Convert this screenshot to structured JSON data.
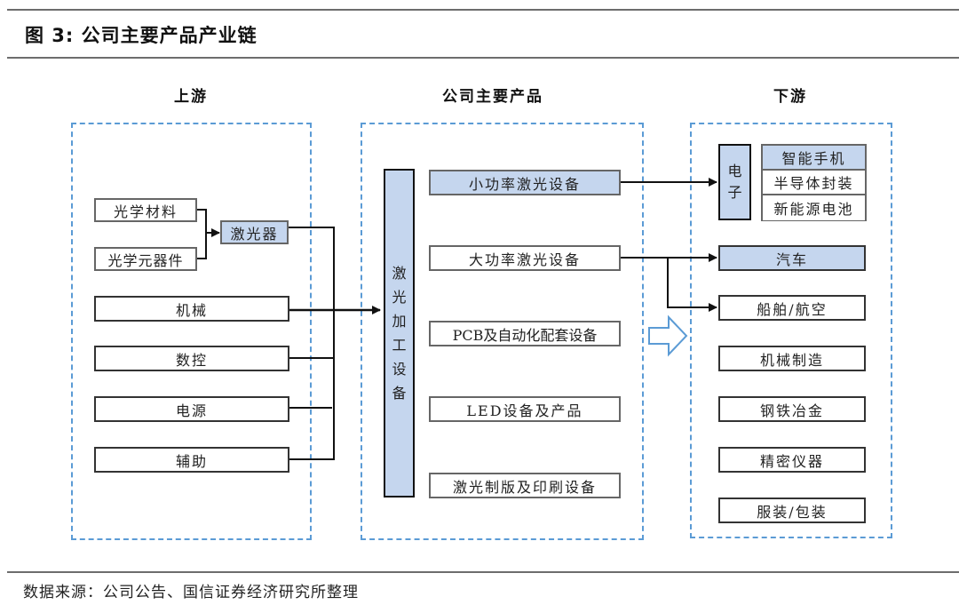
{
  "figure": {
    "title": "图 3:  公司主要产品产业链",
    "source": "数据来源：公司公告、国信证券经济研究所整理"
  },
  "headings": {
    "upstream": "上游",
    "products": "公司主要产品",
    "downstream": "下游"
  },
  "upstream": {
    "optical_materials": "光学材料",
    "optical_components": "光学元器件",
    "laser": "激光器",
    "items": [
      "机械",
      "数控",
      "电源",
      "辅助"
    ]
  },
  "products": {
    "core": [
      "激",
      "光",
      "加",
      "工",
      "设",
      "备"
    ],
    "items": [
      "小功率激光设备",
      "大功率激光设备",
      "PCB及自动化配套设备",
      "LED设备及产品",
      "激光制版及印刷设备"
    ]
  },
  "downstream": {
    "electronics": [
      "电",
      "子"
    ],
    "electronics_sub": [
      "智能手机",
      "半导体封装",
      "新能源电池"
    ],
    "automobile": "汽车",
    "items": [
      "船舶/航空",
      "机械制造",
      "钢铁冶金",
      "精密仪器",
      "服装/包装"
    ]
  },
  "colors": {
    "region_border": "#5b9bd5",
    "highlight_fill": "#c5d6ee",
    "line": "#111111"
  }
}
